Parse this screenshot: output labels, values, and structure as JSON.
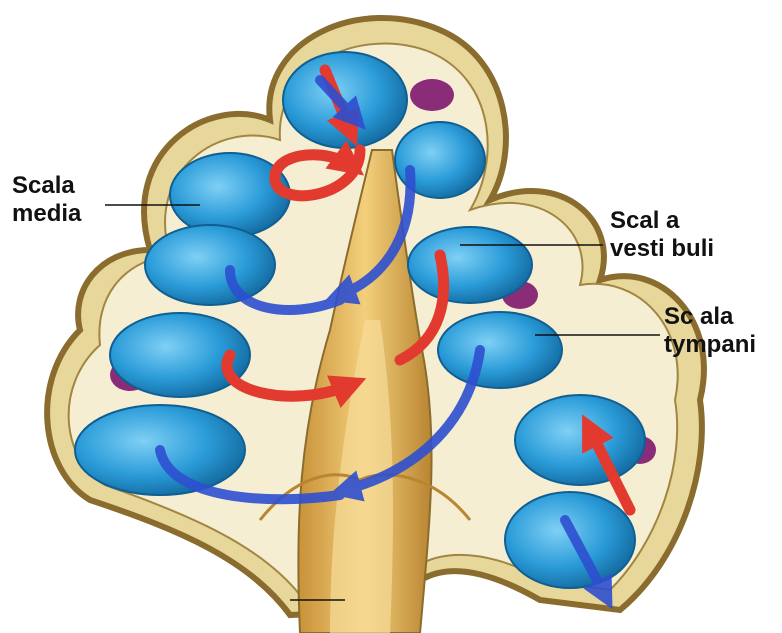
{
  "labels": {
    "scala_media": "Scala\nmedia",
    "scala_vestibuli": "Scal a\nvesti buli",
    "scala_tympani": "Sc ala\ntympani"
  },
  "colors": {
    "background": "#ffffff",
    "bone": "#e8d79a",
    "bone_edge": "#8a6d2e",
    "canal": "#2a9bd8",
    "canal_dark": "#0f5f93",
    "membrane_purple": "#8a2c77",
    "nerve": "#e6b85a",
    "arrow_red": "#e23a2e",
    "arrow_blue": "#2e4fd0"
  },
  "icons": {
    "red_arrows": "flow-arrow-icon",
    "blue_arrows": "flow-arrow-icon"
  }
}
